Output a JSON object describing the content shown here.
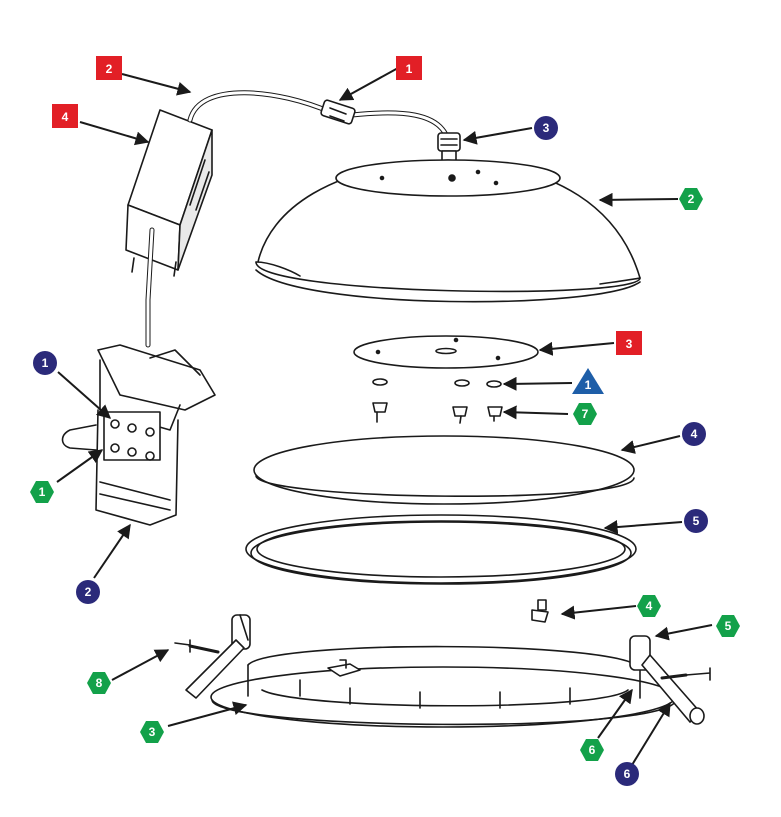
{
  "colors": {
    "red_square": "#e21f26",
    "blue_circle": "#2b2a7a",
    "green_hex": "#13a14a",
    "blue_triangle": "#1e5ea8",
    "line": "#1a1a1a"
  },
  "callouts": {
    "red": [
      {
        "id": "r1",
        "text": "1"
      },
      {
        "id": "r2",
        "text": "2"
      },
      {
        "id": "r3",
        "text": "3"
      },
      {
        "id": "r4",
        "text": "4"
      }
    ],
    "blue": [
      {
        "id": "b1",
        "text": "1"
      },
      {
        "id": "b2",
        "text": "2"
      },
      {
        "id": "b3",
        "text": "3"
      },
      {
        "id": "b4",
        "text": "4"
      },
      {
        "id": "b5",
        "text": "5"
      },
      {
        "id": "b6",
        "text": "6"
      }
    ],
    "green": [
      {
        "id": "g1",
        "text": "1"
      },
      {
        "id": "g2",
        "text": "2"
      },
      {
        "id": "g3",
        "text": "3"
      },
      {
        "id": "g4",
        "text": "4"
      },
      {
        "id": "g5",
        "text": "5"
      },
      {
        "id": "g6",
        "text": "6"
      },
      {
        "id": "g7",
        "text": "7"
      },
      {
        "id": "g8",
        "text": "8"
      }
    ],
    "triangle": [
      {
        "id": "t1",
        "text": "1"
      }
    ]
  }
}
